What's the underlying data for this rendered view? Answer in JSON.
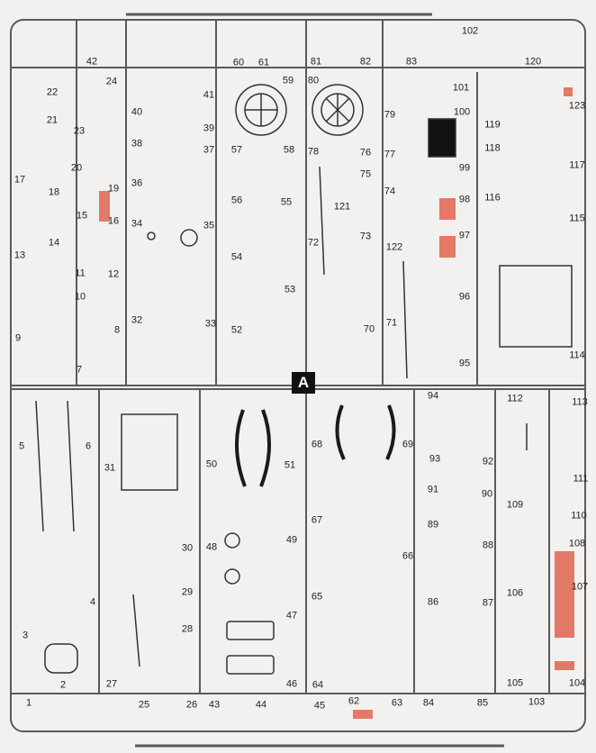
{
  "sprue": {
    "letter": "A",
    "highlight_color": "#e0644f",
    "frame_color": "#5a5a5a",
    "background": "#f2f1ef"
  },
  "part_numbers": [
    "1",
    "2",
    "3",
    "4",
    "5",
    "6",
    "7",
    "8",
    "9",
    "10",
    "11",
    "12",
    "13",
    "14",
    "15",
    "16",
    "17",
    "18",
    "19",
    "20",
    "21",
    "22",
    "23",
    "24",
    "25",
    "26",
    "27",
    "28",
    "29",
    "30",
    "31",
    "32",
    "33",
    "34",
    "35",
    "36",
    "37",
    "38",
    "39",
    "40",
    "41",
    "42",
    "43",
    "44",
    "45",
    "46",
    "47",
    "48",
    "49",
    "50",
    "51",
    "52",
    "53",
    "54",
    "55",
    "56",
    "57",
    "58",
    "59",
    "60",
    "61",
    "62",
    "63",
    "64",
    "65",
    "66",
    "67",
    "68",
    "69",
    "70",
    "71",
    "72",
    "73",
    "74",
    "75",
    "76",
    "77",
    "78",
    "79",
    "80",
    "81",
    "82",
    "83",
    "84",
    "85",
    "86",
    "87",
    "88",
    "89",
    "90",
    "91",
    "92",
    "93",
    "94",
    "95",
    "96",
    "97",
    "98",
    "99",
    "100",
    "101",
    "102",
    "103",
    "104",
    "105",
    "106",
    "107",
    "108",
    "109",
    "110",
    "111",
    "112",
    "113",
    "114",
    "115",
    "116",
    "117",
    "118",
    "119",
    "120",
    "121",
    "122",
    "123"
  ],
  "highlighted_parts": [
    "16",
    "62",
    "97",
    "98",
    "104",
    "107",
    "123"
  ]
}
